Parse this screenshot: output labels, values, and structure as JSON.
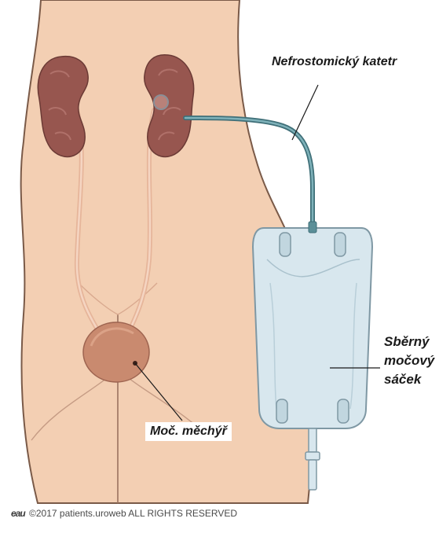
{
  "labels": {
    "catheter": "Nefrostomický katetr",
    "bag": "Sběrný\nmočový\nsáček",
    "bladder": "Moč. měchýř"
  },
  "footer": {
    "logo": "eau",
    "text": "©2017 patients.uroweb ALL RIGHTS RESERVED"
  },
  "colors": {
    "skin": "#f3cfb3",
    "skin_outline": "#7a5a48",
    "kidney": "#97564f",
    "ureter": "#e6b59a",
    "bladder": "#c98a6f",
    "catheter_tube": "#5b8f98",
    "bag": "#d8e7ee",
    "bag_outline": "#7f98a4",
    "label_text": "#1a1a1a"
  }
}
